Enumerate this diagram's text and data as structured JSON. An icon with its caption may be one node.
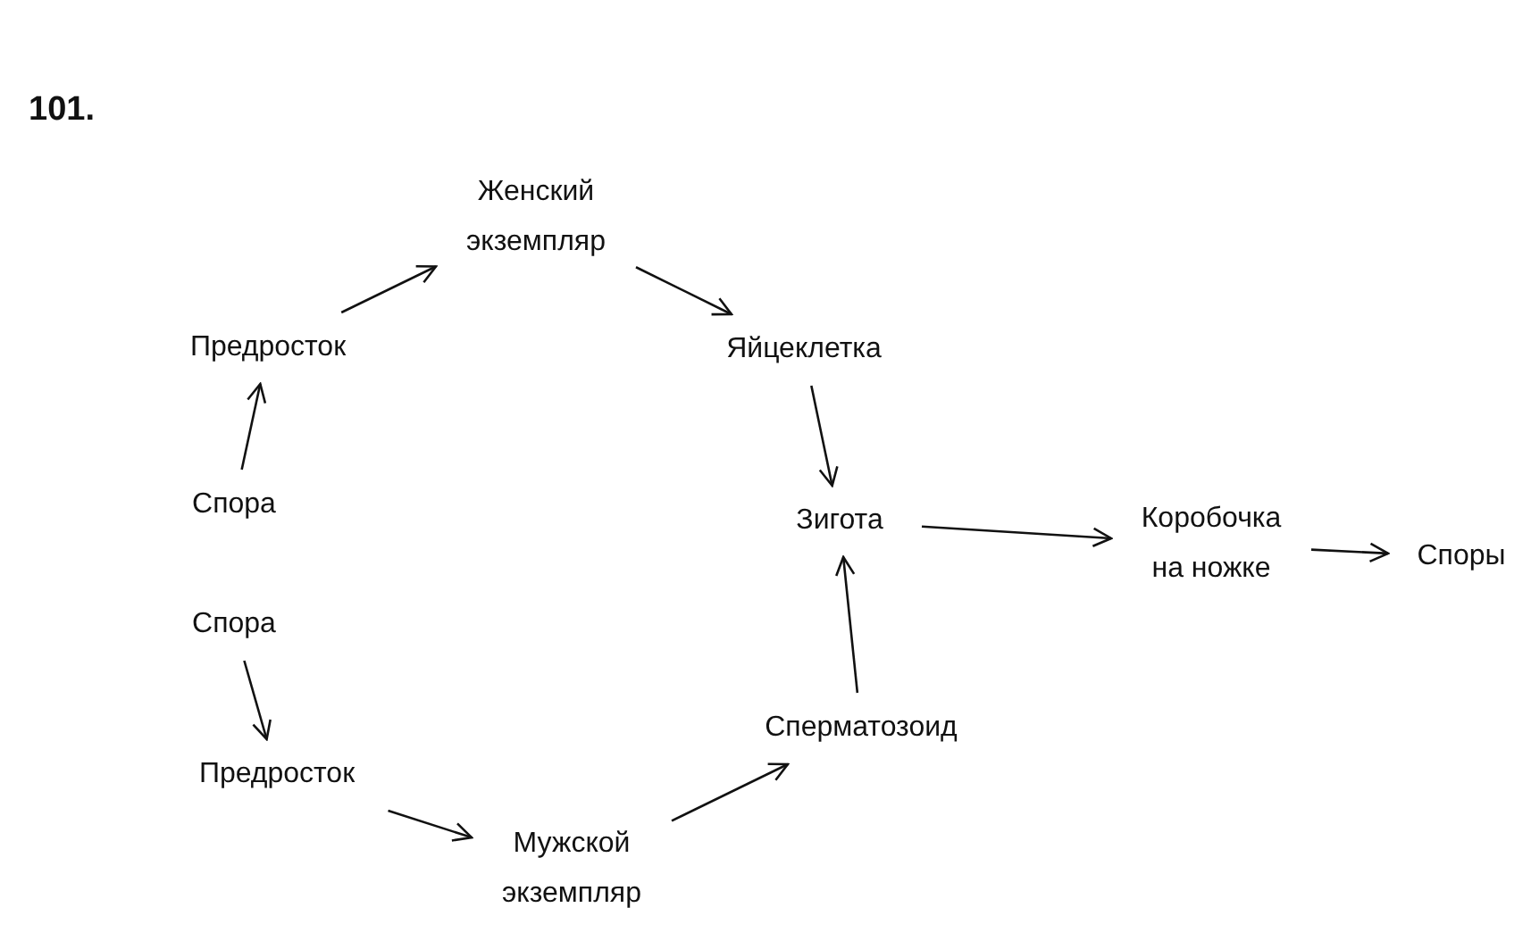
{
  "diagram": {
    "title": "101.",
    "nodes": [
      {
        "text": [
          "Женский экземпляр"
        ]
      },
      {
        "text": [
          "Предросток"
        ]
      },
      {
        "text": [
          "Яйцеклетка"
        ]
      },
      {
        "text": [
          "Спора"
        ]
      },
      {
        "text": [
          "Зигота"
        ]
      },
      {
        "text": [
          "Коробочка на ножке"
        ]
      },
      {
        "text": [
          "Споры"
        ]
      },
      {
        "text": [
          "Спора"
        ]
      },
      {
        "text": [
          "Предросток"
        ]
      },
      {
        "text": [
          "Сперматозоид"
        ]
      },
      {
        "text": [
          "Мужской экземпляр"
        ]
      }
    ],
    "edges": [
      {
        "from": 1,
        "to": 0,
        "arrow": "to"
      },
      {
        "from": 0,
        "to": 2,
        "arrow": "to"
      },
      {
        "from": 3,
        "to": 1,
        "arrow": "to"
      },
      {
        "from": 2,
        "to": 4,
        "arrow": "to"
      },
      {
        "from": 4,
        "to": 5,
        "arrow": "to"
      },
      {
        "from": 5,
        "to": 6,
        "arrow": "to"
      },
      {
        "from": 7,
        "to": 8,
        "arrow": "to"
      },
      {
        "from": 8,
        "to": 10,
        "arrow": "to"
      },
      {
        "from": 10,
        "to": 9,
        "arrow": "to"
      },
      {
        "from": 9,
        "to": 4,
        "arrow": "to"
      }
    ]
  }
}
